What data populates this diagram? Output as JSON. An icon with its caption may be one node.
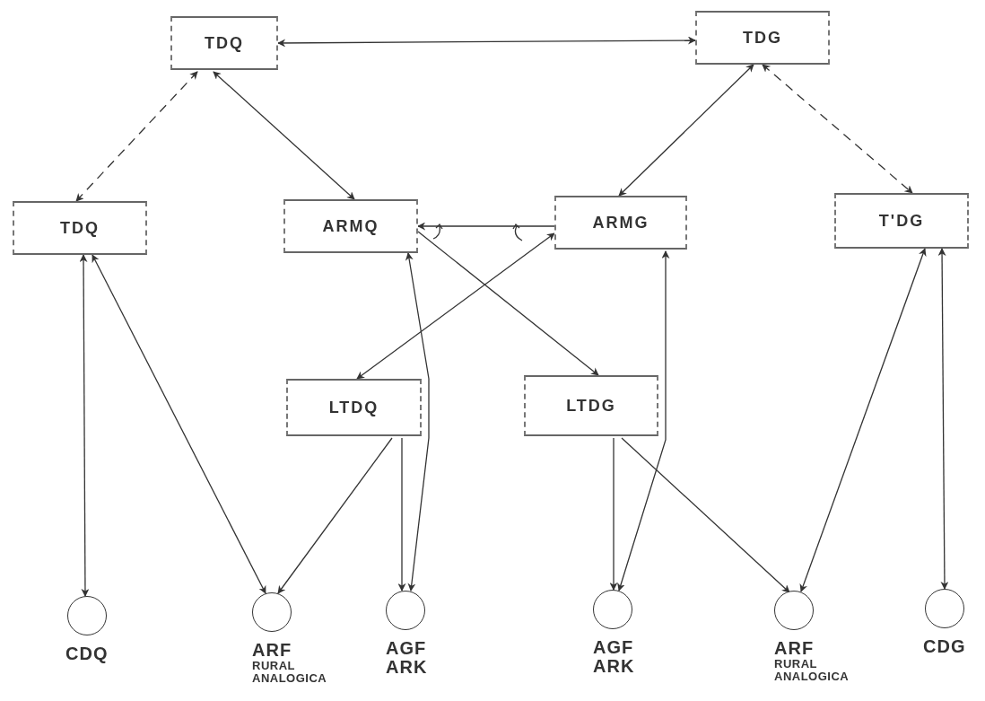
{
  "diagram": {
    "nodes": [
      {
        "text": [
          "TDQ"
        ]
      },
      {
        "text": [
          "TDG"
        ]
      },
      {
        "text": [
          "TDQ"
        ]
      },
      {
        "text": [
          "ARMQ"
        ]
      },
      {
        "text": [
          "ARMG"
        ]
      },
      {
        "text": [
          "T'DG"
        ]
      },
      {
        "text": [
          "LTDQ"
        ]
      },
      {
        "text": [
          "LTDG"
        ]
      },
      {
        "text": [],
        "shape": "circle",
        "beside": [
          "CDQ"
        ]
      },
      {
        "text": [],
        "shape": "circle",
        "beside": [
          "ARF",
          "RURAL ANALOGICA"
        ]
      },
      {
        "text": [],
        "shape": "circle",
        "beside": [
          "AGF",
          "ARK"
        ]
      },
      {
        "text": [],
        "shape": "circle",
        "beside": [
          "AGF",
          "ARK"
        ]
      },
      {
        "text": [],
        "shape": "circle",
        "beside": [
          "ARF",
          "RURAL ANALOGICA"
        ]
      },
      {
        "text": [],
        "shape": "circle",
        "beside": [
          "CDG"
        ]
      }
    ],
    "edges": [
      {
        "from": 0,
        "to": 1,
        "arrow": "both"
      },
      {
        "from": 0,
        "to": 2,
        "arrow": "both",
        "style": "dashed"
      },
      {
        "from": 0,
        "to": 3,
        "arrow": "both"
      },
      {
        "from": 1,
        "to": 4,
        "arrow": "both"
      },
      {
        "from": 1,
        "to": 5,
        "arrow": "both",
        "style": "dashed"
      },
      {
        "from": 4,
        "to": 3,
        "arrow": "to"
      },
      {
        "from": 3,
        "to": 7,
        "arrow": "to"
      },
      {
        "from": 4,
        "to": 6,
        "arrow": "both"
      },
      {
        "from": 2,
        "to": 8,
        "arrow": "both"
      },
      {
        "from": 2,
        "to": 9,
        "arrow": "both"
      },
      {
        "from": 6,
        "to": 9,
        "arrow": "to"
      },
      {
        "from": 6,
        "to": 10,
        "arrow": "to"
      },
      {
        "from": 3,
        "to": 10,
        "arrow": "both"
      },
      {
        "from": 7,
        "to": 11,
        "arrow": "to"
      },
      {
        "from": 4,
        "to": 11,
        "arrow": "both"
      },
      {
        "from": 7,
        "to": 12,
        "arrow": "to"
      },
      {
        "from": 5,
        "to": 12,
        "arrow": "both"
      },
      {
        "from": 5,
        "to": 13,
        "arrow": "both"
      }
    ]
  }
}
